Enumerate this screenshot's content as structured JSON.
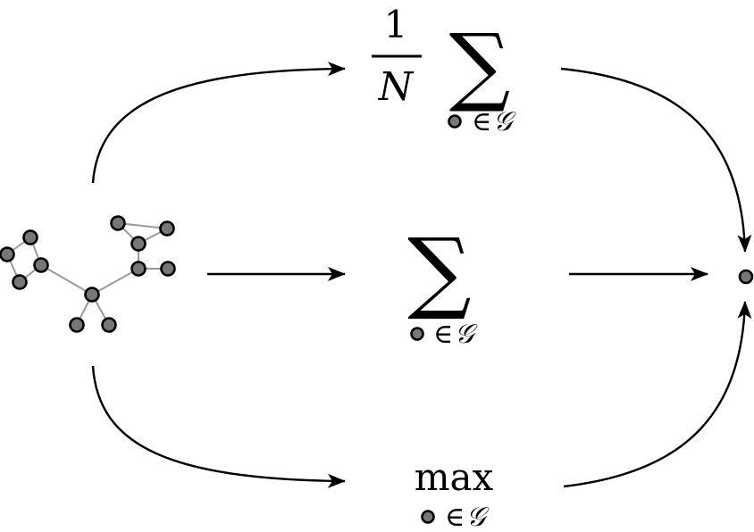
{
  "mean_op": {
    "numerator": "1",
    "denominator": "N",
    "operator": "∑",
    "element_of": "∈",
    "set": "𝒢"
  },
  "sum_op": {
    "operator": "∑",
    "element_of": "∈",
    "set": "𝒢"
  },
  "max_op": {
    "operator": "max",
    "element_of": "∈",
    "set": "𝒢"
  },
  "colors": {
    "node_fill": "#777777",
    "edge": "#9a9a9a",
    "ink": "#000000"
  }
}
